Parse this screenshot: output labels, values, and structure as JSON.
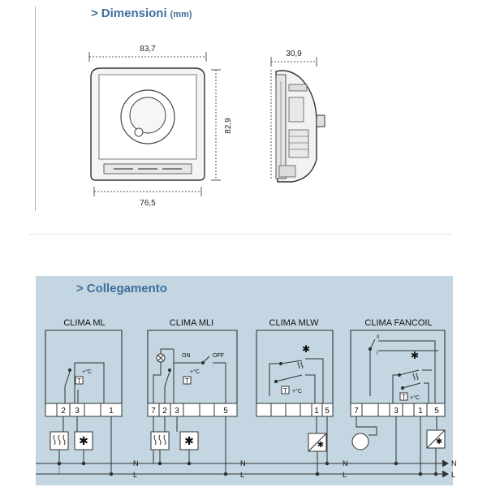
{
  "dimensions": {
    "title": "Dimensioni",
    "unit": "(mm)",
    "width_top": "83,7",
    "width_bottom": "76,5",
    "height": "82,9",
    "depth": "30,9"
  },
  "connection": {
    "title": "Collegamento",
    "labels": {
      "ml": "CLIMA ML",
      "mli": "CLIMA MLI",
      "mlw": "CLIMA MLW",
      "fancoil": "CLIMA FANCOIL"
    },
    "terminals": {
      "ml": [
        "2",
        "3",
        "1"
      ],
      "mli": [
        "7",
        "2",
        "3",
        "5"
      ],
      "mlw": [
        "1",
        "5"
      ],
      "fancoil": [
        "7",
        "3",
        "1",
        "5"
      ]
    },
    "switch_on": "ON",
    "switch_off": "OFF",
    "temp": "+°C",
    "thermo": "T",
    "line_n": "N",
    "line_l": "L",
    "fan_speeds": [
      "II",
      "I"
    ]
  },
  "colors": {
    "title": "#3d6f9c",
    "panel": "#c3d6e1",
    "line": "#3a3a3a"
  }
}
